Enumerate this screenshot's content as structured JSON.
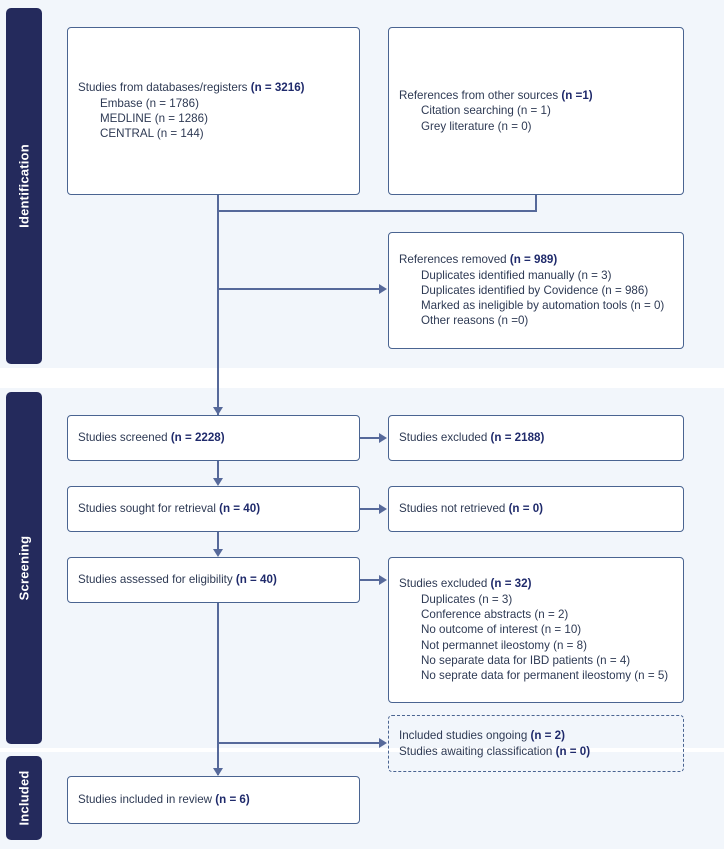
{
  "diagram": {
    "type": "prisma-flow-diagram",
    "accent_color": "#1f2a6b",
    "border_color": "#4a6491",
    "stage_bar_color": "#242a5c",
    "band_color": "#f2f6fb"
  },
  "stages": [
    {
      "id": "identification",
      "label": "Identification"
    },
    {
      "id": "screening",
      "label": "Screening"
    },
    {
      "id": "included",
      "label": "Included"
    }
  ],
  "boxes": {
    "identified": {
      "title_text": "Studies from databases/registers ",
      "title_count": "(n = 3216)",
      "items": [
        "Embase (n = 1786)",
        "MEDLINE (n = 1286)",
        "CENTRAL (n = 144)"
      ]
    },
    "other_sources": {
      "title_text": "References from other sources ",
      "title_count": "(n =1)",
      "items": [
        "Citation searching (n = 1)",
        "Grey literature (n = 0)"
      ]
    },
    "removed": {
      "title_text": "References removed ",
      "title_count": "(n = 989)",
      "items": [
        "Duplicates identified manually (n = 3)",
        "Duplicates identified by Covidence (n = 986)",
        "Marked as ineligible by automation tools (n = 0)",
        "Other reasons (n =0)"
      ]
    },
    "screened": {
      "title_text": "Studies screened ",
      "title_count": "(n = 2228)"
    },
    "excluded_screened": {
      "title_text": "Studies excluded ",
      "title_count": "(n = 2188)"
    },
    "sought": {
      "title_text": "Studies sought for retrieval ",
      "title_count": "(n = 40)"
    },
    "not_retrieved": {
      "title_text": "Studies not retrieved ",
      "title_count": "(n = 0)"
    },
    "assessed": {
      "title_text": "Studies assessed for eligibility ",
      "title_count": "(n = 40)"
    },
    "excluded_eligibility": {
      "title_text": "Studies excluded ",
      "title_count": "(n = 32)",
      "items": [
        "Duplicates (n = 3)",
        "Conference abstracts (n = 2)",
        "No outcome of interest (n = 10)",
        "Not permannet ileostomy (n = 8)",
        "No separate data for IBD patients (n = 4)",
        "No seprate data for permanent ileostomy (n = 5)"
      ]
    },
    "ongoing": {
      "line1_text": "Included studies ongoing ",
      "line1_count": "(n = 2)",
      "line2_text": "Studies awaiting classification ",
      "line2_count": "(n = 0)"
    },
    "included": {
      "title_text": "Studies included in review ",
      "title_count": "(n = 6)"
    }
  }
}
